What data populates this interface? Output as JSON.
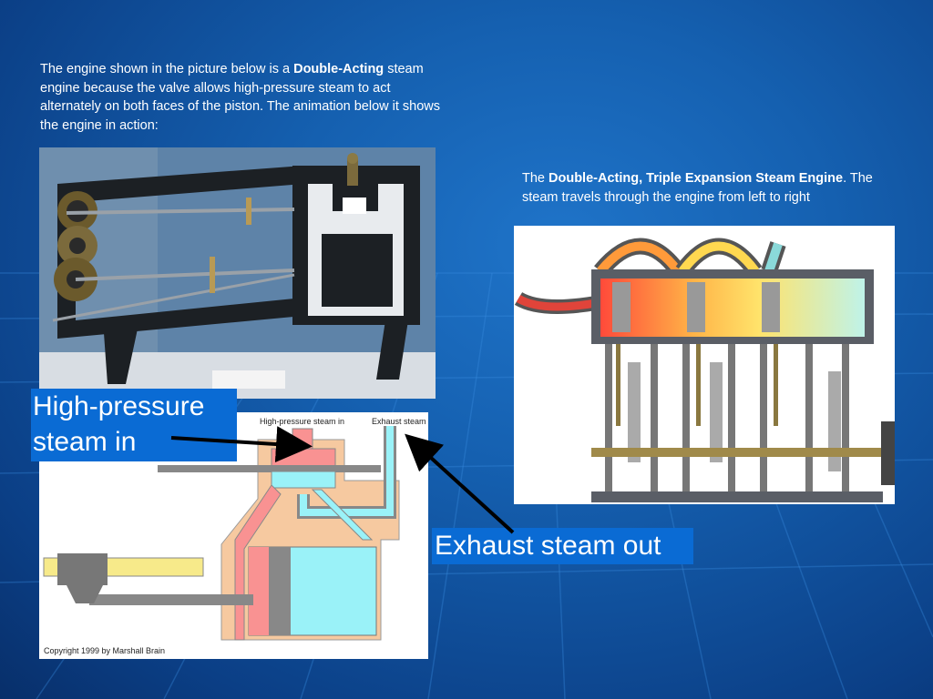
{
  "slide": {
    "intro": {
      "part1": "The engine shown in the picture below is a ",
      "bold": "Double-Acting",
      "part2": " steam engine because the valve allows high-pressure steam to act alternately on both faces of the piston. The animation below it shows the engine in action:"
    },
    "right_caption": {
      "part1": "The ",
      "bold": "Double-Acting, Triple Expansion Steam Engine",
      "part2": ".  The steam travels through the engine from left to right"
    },
    "diagram": {
      "steam_in_label": "High-pressure steam in",
      "exhaust_label": "Exhaust steam",
      "copyright": "Copyright 1999 by Marshall Brain"
    },
    "callouts": {
      "high_pressure": "High-pressure steam in",
      "exhaust": "Exhaust steam out"
    }
  },
  "colors": {
    "background": "#1560b0",
    "callout_bg": "#0a6bd4",
    "steam_hot": "#f99292",
    "steam_cool": "#9af2f8",
    "casing": "#f6c9a0"
  }
}
